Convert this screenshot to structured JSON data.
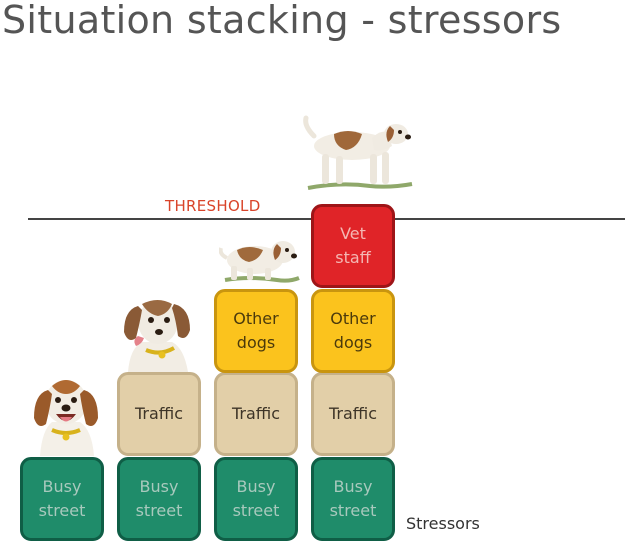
{
  "title": "Situation stacking - stressors",
  "threshold_label": "THRESHOLD",
  "stressors_label": "Stressors",
  "colors": {
    "busy_street": "#1f8c6a",
    "traffic": "#e2cfa8",
    "other_dogs": "#fbc31d",
    "vet_staff": "#e02428",
    "threshold_text": "#d9442a"
  },
  "columns": [
    {
      "dog_icon": "happy-dog-icon",
      "blocks": [
        {
          "label": "Busy\nstreet",
          "kind": "busy"
        }
      ]
    },
    {
      "dog_icon": "alert-dog-icon",
      "blocks": [
        {
          "label": "Busy\nstreet",
          "kind": "busy"
        },
        {
          "label": "Traffic",
          "kind": "traffic"
        }
      ]
    },
    {
      "dog_icon": "crouching-dog-icon",
      "blocks": [
        {
          "label": "Busy\nstreet",
          "kind": "busy"
        },
        {
          "label": "Traffic",
          "kind": "traffic"
        },
        {
          "label": "Other\ndogs",
          "kind": "dogs"
        }
      ]
    },
    {
      "dog_icon": "standing-dog-icon",
      "blocks": [
        {
          "label": "Busy\nstreet",
          "kind": "busy"
        },
        {
          "label": "Traffic",
          "kind": "traffic"
        },
        {
          "label": "Other\ndogs",
          "kind": "dogs"
        },
        {
          "label": "Vet\nstaff",
          "kind": "vet"
        }
      ]
    }
  ]
}
